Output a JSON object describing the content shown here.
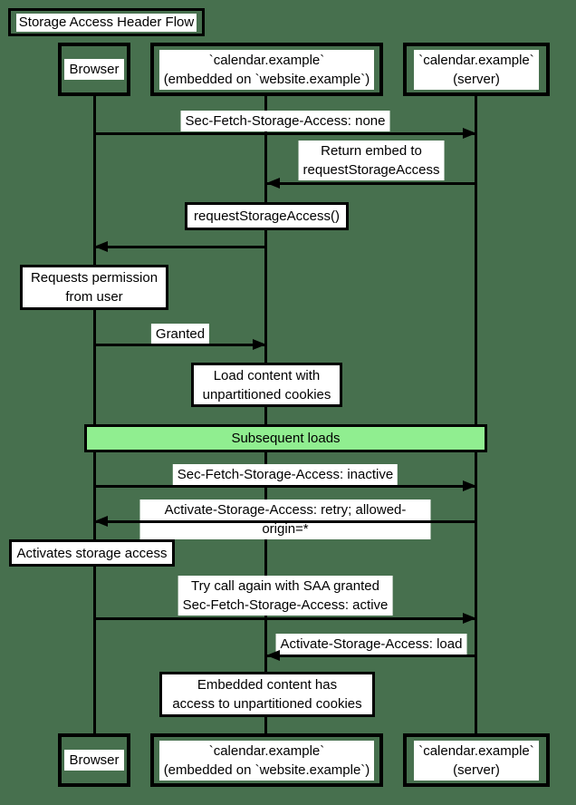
{
  "title": "Storage Access Header Flow",
  "colors": {
    "background": "#47704e",
    "divider_fill": "#90ee90",
    "line": "#000000",
    "label_background": "#ffffff",
    "text": "#000000"
  },
  "participants": [
    {
      "id": "browser",
      "label": "Browser"
    },
    {
      "id": "embedded",
      "label": "`calendar.example`\n(embedded on `website.example`)"
    },
    {
      "id": "server",
      "label": "`calendar.example`\n(server)"
    }
  ],
  "messages": [
    {
      "from": "browser",
      "to": "server",
      "label": "Sec-Fetch-Storage-Access: none"
    },
    {
      "from": "server",
      "to": "embedded",
      "label": "Return embed to\nrequestStorageAccess"
    },
    {
      "from": "embedded",
      "to": "browser",
      "label": ""
    },
    {
      "from": "browser",
      "to": "embedded",
      "label": "Granted"
    },
    {
      "from": "browser",
      "to": "server",
      "label": "Sec-Fetch-Storage-Access: inactive"
    },
    {
      "from": "server",
      "to": "browser",
      "label": "Activate-Storage-Access: retry; allowed-origin=*"
    },
    {
      "from": "browser",
      "to": "server",
      "label": "Try call again with SAA granted\nSec-Fetch-Storage-Access: active"
    },
    {
      "from": "server",
      "to": "embedded",
      "label": "Activate-Storage-Access: load"
    }
  ],
  "notes": [
    {
      "over": "embedded",
      "text": "requestStorageAccess()"
    },
    {
      "over": "browser",
      "text": "Requests permission\nfrom user"
    },
    {
      "over": "embedded",
      "text": "Load content with\nunpartitioned cookies"
    },
    {
      "over": "browser",
      "text": "Activates storage access"
    },
    {
      "over": "embedded",
      "text": "Embedded content has\naccess to unpartitioned cookies"
    }
  ],
  "divider": {
    "label": "Subsequent loads"
  }
}
